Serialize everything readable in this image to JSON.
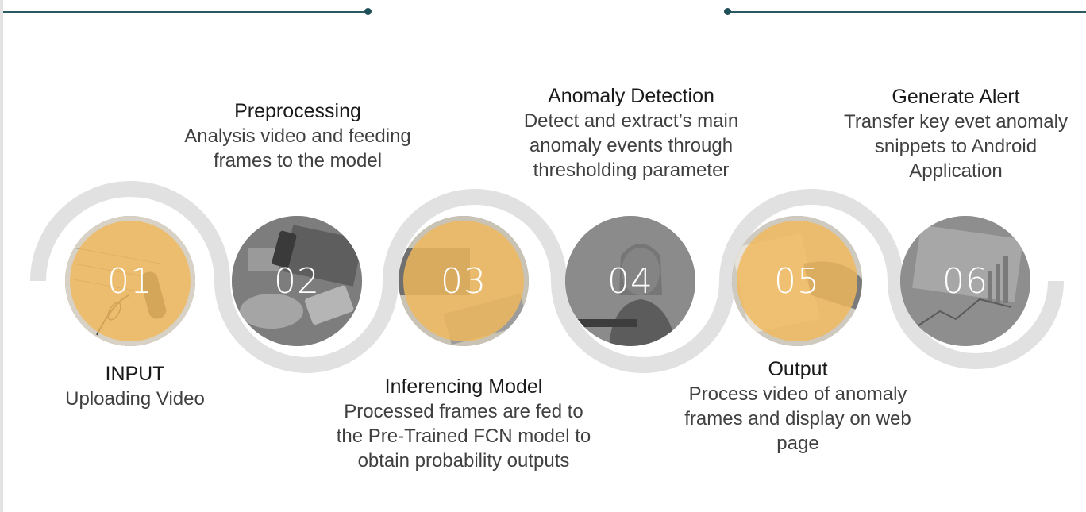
{
  "colors": {
    "accent_orange": "#f0b85a",
    "ring_gray": "#e1e1e1",
    "rule_teal": "#2b5a63",
    "text_dark": "#1a1a1a",
    "text_body": "#404040"
  },
  "steps": [
    {
      "number": "01",
      "title": "INPUT",
      "description": "Uploading Video",
      "tint": "orange"
    },
    {
      "number": "02",
      "title": "Preprocessing",
      "description": "Analysis video and feeding frames to the model",
      "tint": "gray"
    },
    {
      "number": "03",
      "title": "Inferencing Model",
      "description": "Processed frames are fed to the Pre-Trained FCN model to obtain probability outputs",
      "tint": "orange"
    },
    {
      "number": "04",
      "title": "Anomaly Detection",
      "description": "Detect and extract’s main anomaly events through thresholding parameter",
      "tint": "gray"
    },
    {
      "number": "05",
      "title": "Output",
      "description": "Process video of anomaly frames and display on web page",
      "tint": "orange"
    },
    {
      "number": "06",
      "title": "Generate Alert",
      "description": "Transfer key evet anomaly snippets to Android Application",
      "tint": "gray"
    }
  ]
}
